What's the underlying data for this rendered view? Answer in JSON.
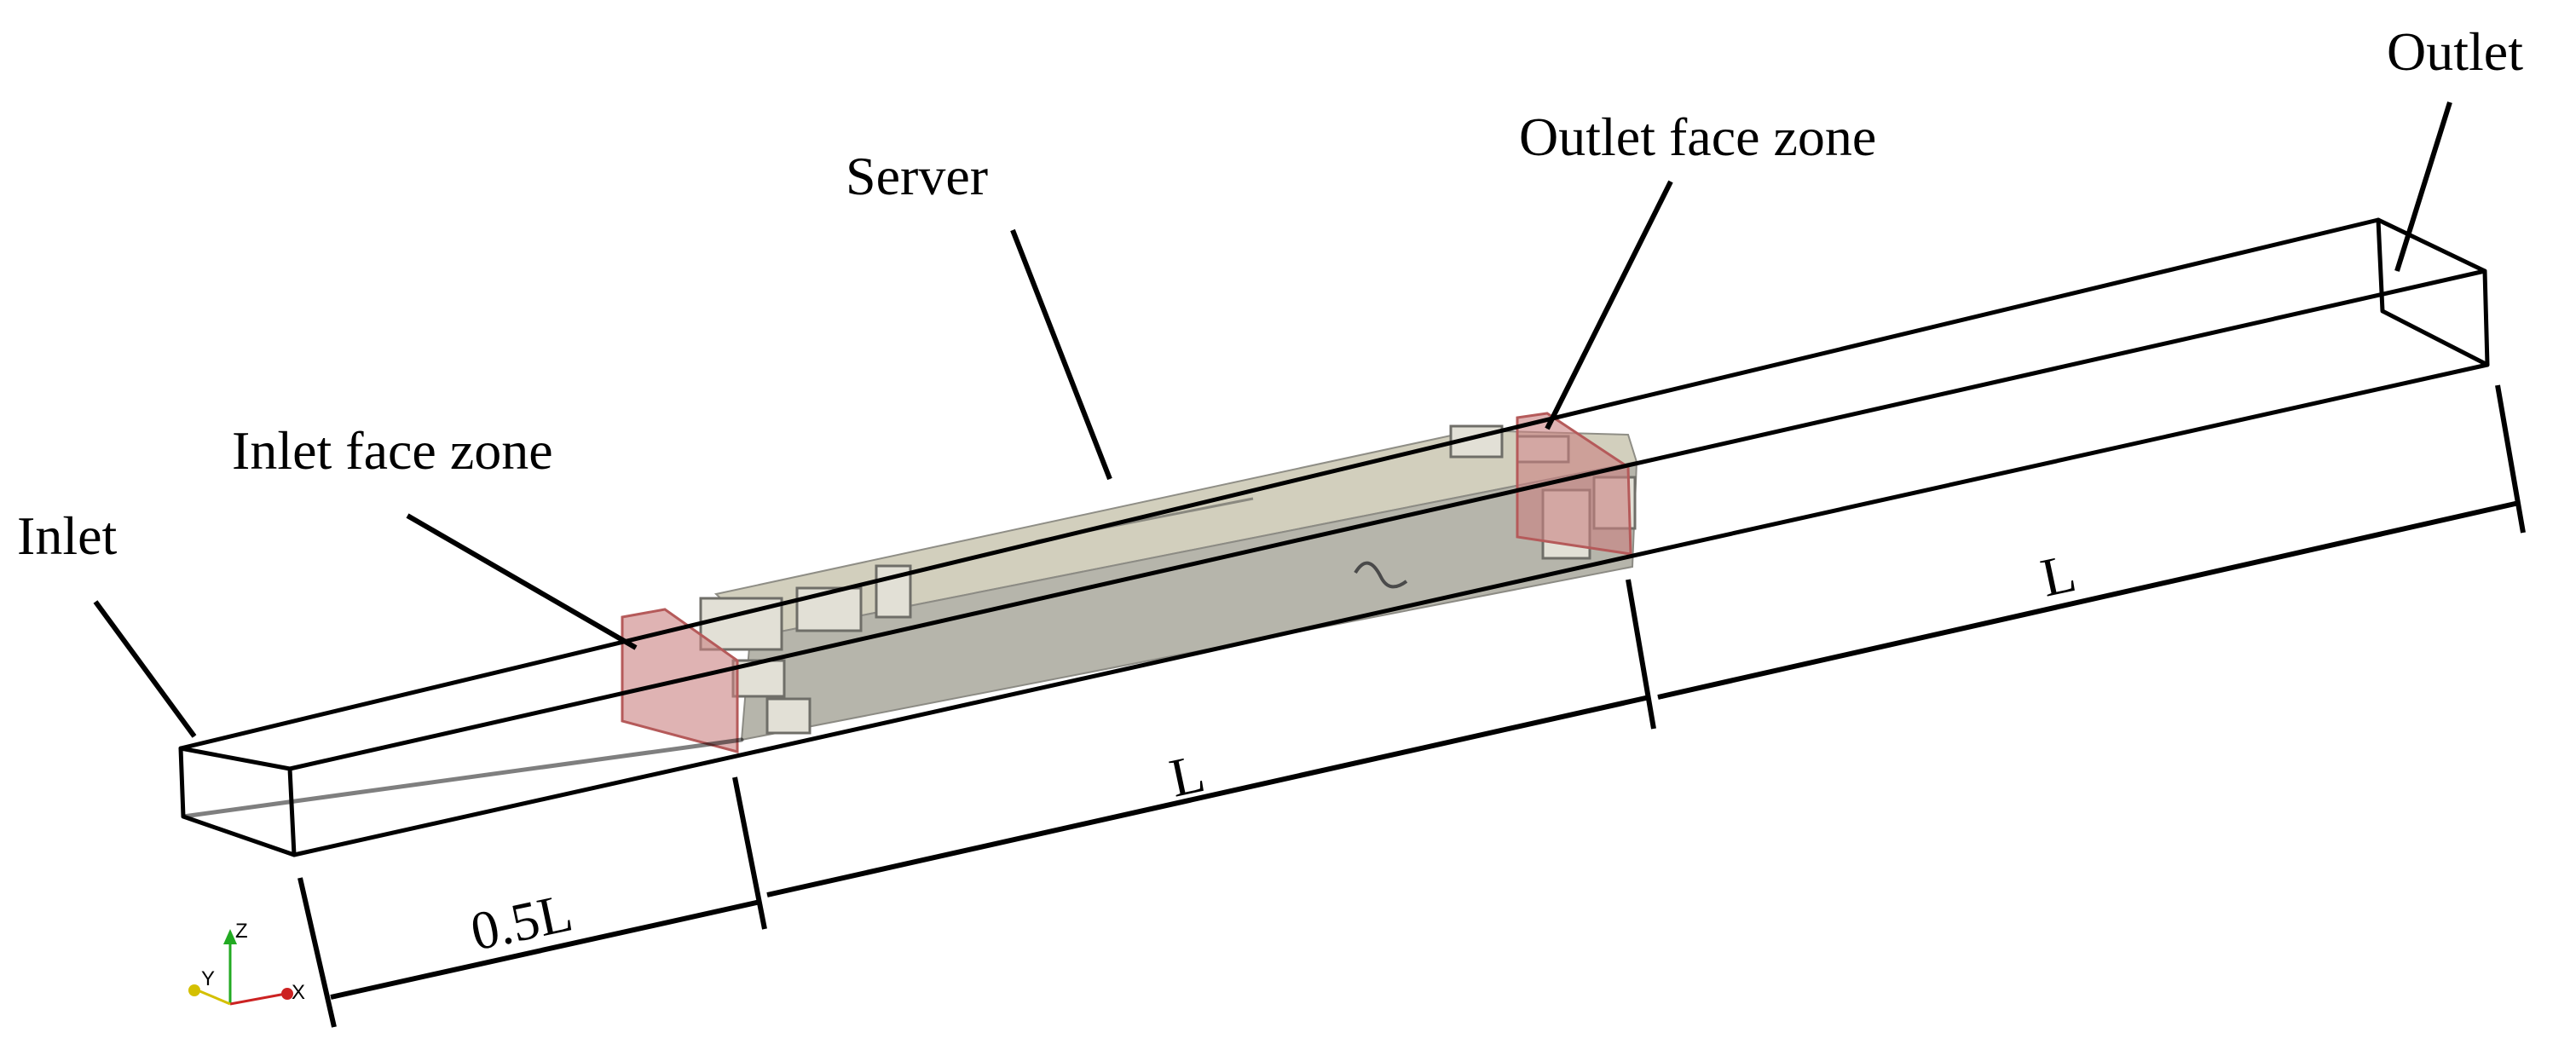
{
  "labels": {
    "inlet": "Inlet",
    "inlet_face_zone": "Inlet face zone",
    "server": "Server",
    "outlet_face_zone": "Outlet face zone",
    "outlet": "Outlet"
  },
  "dimensions": {
    "upstream": "0.5L",
    "server_length": "L",
    "downstream": "L"
  },
  "axes_triad": {
    "z": "Z",
    "y": "Y",
    "x": "X",
    "z_color": "#22aa22",
    "y_color": "#d4c000",
    "x_color": "#cc2222"
  },
  "colors": {
    "duct_outline": "#000000",
    "server_body": "#b6b5ab",
    "server_top": "#d2cfbd",
    "face_zone": "#c98080"
  }
}
